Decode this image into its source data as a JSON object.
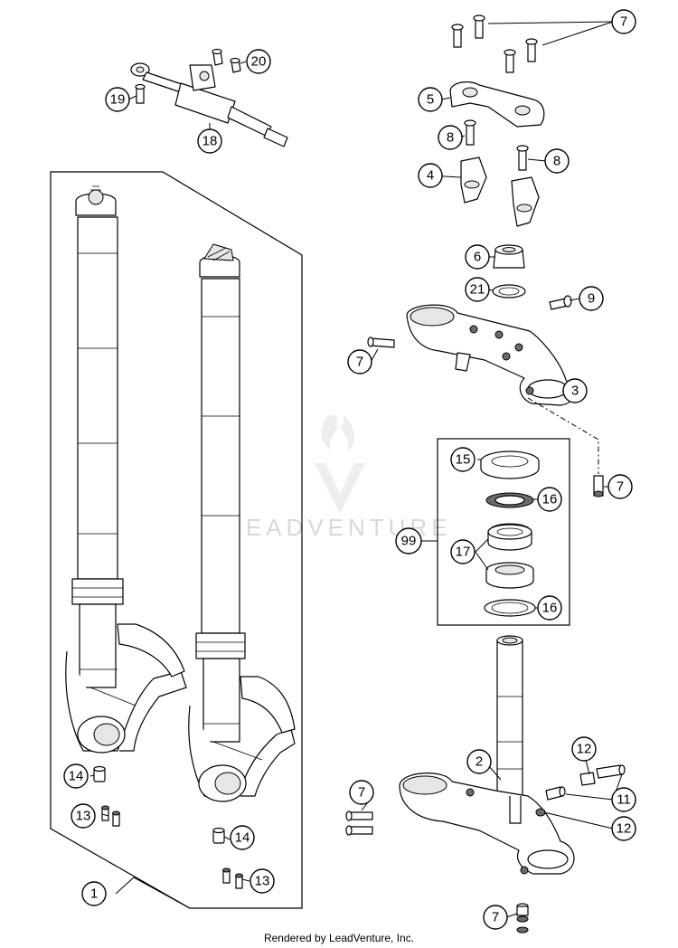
{
  "watermark": {
    "text": "LEADVENTURE"
  },
  "footer": {
    "text": "Rendered by LeadVenture, Inc."
  },
  "callouts": [
    {
      "id": "c1",
      "label": "1"
    },
    {
      "id": "c2",
      "label": "2"
    },
    {
      "id": "c3",
      "label": "3"
    },
    {
      "id": "c4",
      "label": "4"
    },
    {
      "id": "c5",
      "label": "5"
    },
    {
      "id": "c6",
      "label": "6"
    },
    {
      "id": "c7a",
      "label": "7"
    },
    {
      "id": "c7b",
      "label": "7"
    },
    {
      "id": "c7c",
      "label": "7"
    },
    {
      "id": "c7d",
      "label": "7"
    },
    {
      "id": "c7e",
      "label": "7"
    },
    {
      "id": "c8a",
      "label": "8"
    },
    {
      "id": "c8b",
      "label": "8"
    },
    {
      "id": "c9",
      "label": "9"
    },
    {
      "id": "c11",
      "label": "11"
    },
    {
      "id": "c12a",
      "label": "12"
    },
    {
      "id": "c12b",
      "label": "12"
    },
    {
      "id": "c13a",
      "label": "13"
    },
    {
      "id": "c13b",
      "label": "13"
    },
    {
      "id": "c14a",
      "label": "14"
    },
    {
      "id": "c14b",
      "label": "14"
    },
    {
      "id": "c15",
      "label": "15"
    },
    {
      "id": "c16a",
      "label": "16"
    },
    {
      "id": "c16b",
      "label": "16"
    },
    {
      "id": "c17",
      "label": "17"
    },
    {
      "id": "c18",
      "label": "18"
    },
    {
      "id": "c19",
      "label": "19"
    },
    {
      "id": "c20",
      "label": "20"
    },
    {
      "id": "c21",
      "label": "21"
    },
    {
      "id": "c99",
      "label": "99"
    }
  ]
}
